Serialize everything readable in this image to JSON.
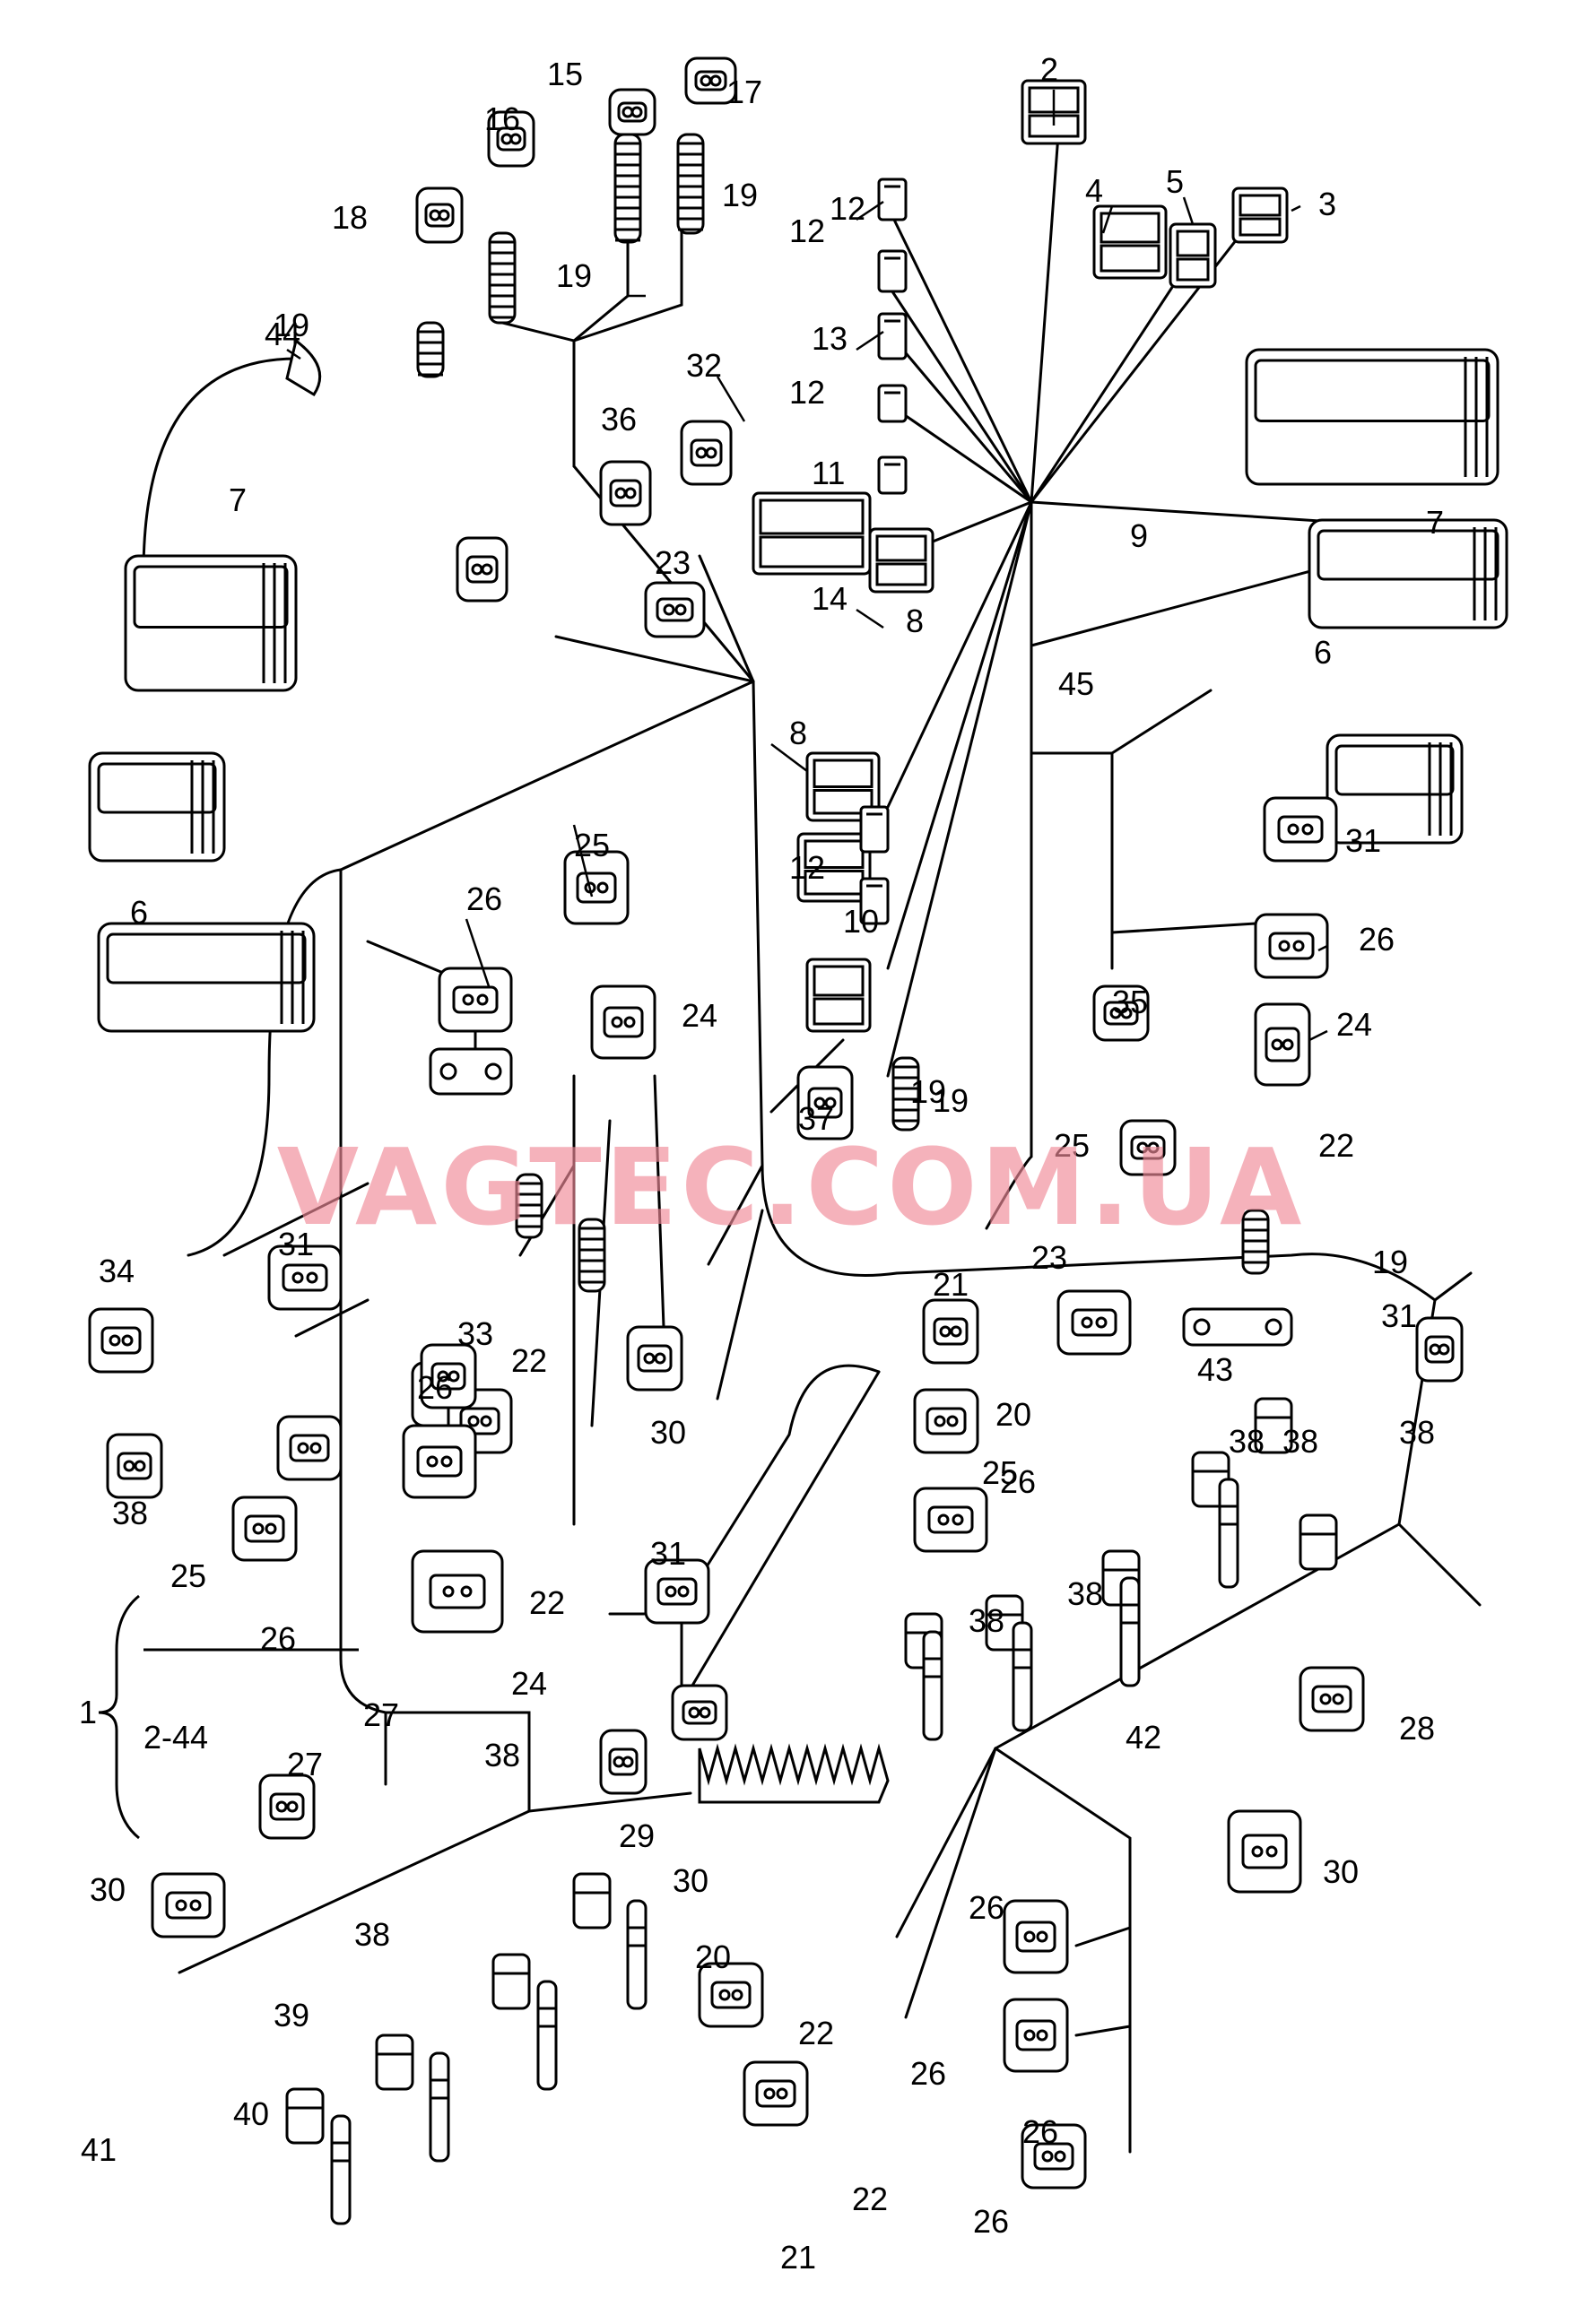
{
  "watermark": "VAGTEC.COM.UA",
  "group_label": "1",
  "group_range": "2-44",
  "callouts": [
    "2",
    "3",
    "4",
    "5",
    "6",
    "6",
    "7",
    "7",
    "8",
    "8",
    "9",
    "10",
    "11",
    "12",
    "12",
    "12",
    "12",
    "13",
    "14",
    "15",
    "16",
    "17",
    "18",
    "19",
    "19",
    "19",
    "19",
    "19",
    "19",
    "20",
    "20",
    "21",
    "21",
    "22",
    "22",
    "22",
    "22",
    "22",
    "23",
    "23",
    "24",
    "24",
    "24",
    "25",
    "25",
    "25",
    "25",
    "26",
    "26",
    "26",
    "26",
    "26",
    "26",
    "26",
    "26",
    "26",
    "27",
    "27",
    "28",
    "29",
    "30",
    "30",
    "30",
    "30",
    "31",
    "31",
    "31",
    "31",
    "32",
    "33",
    "34",
    "35",
    "36",
    "37",
    "38",
    "38",
    "38",
    "38",
    "38",
    "38",
    "38",
    "38",
    "39",
    "40",
    "41",
    "42",
    "43",
    "44",
    "45"
  ]
}
